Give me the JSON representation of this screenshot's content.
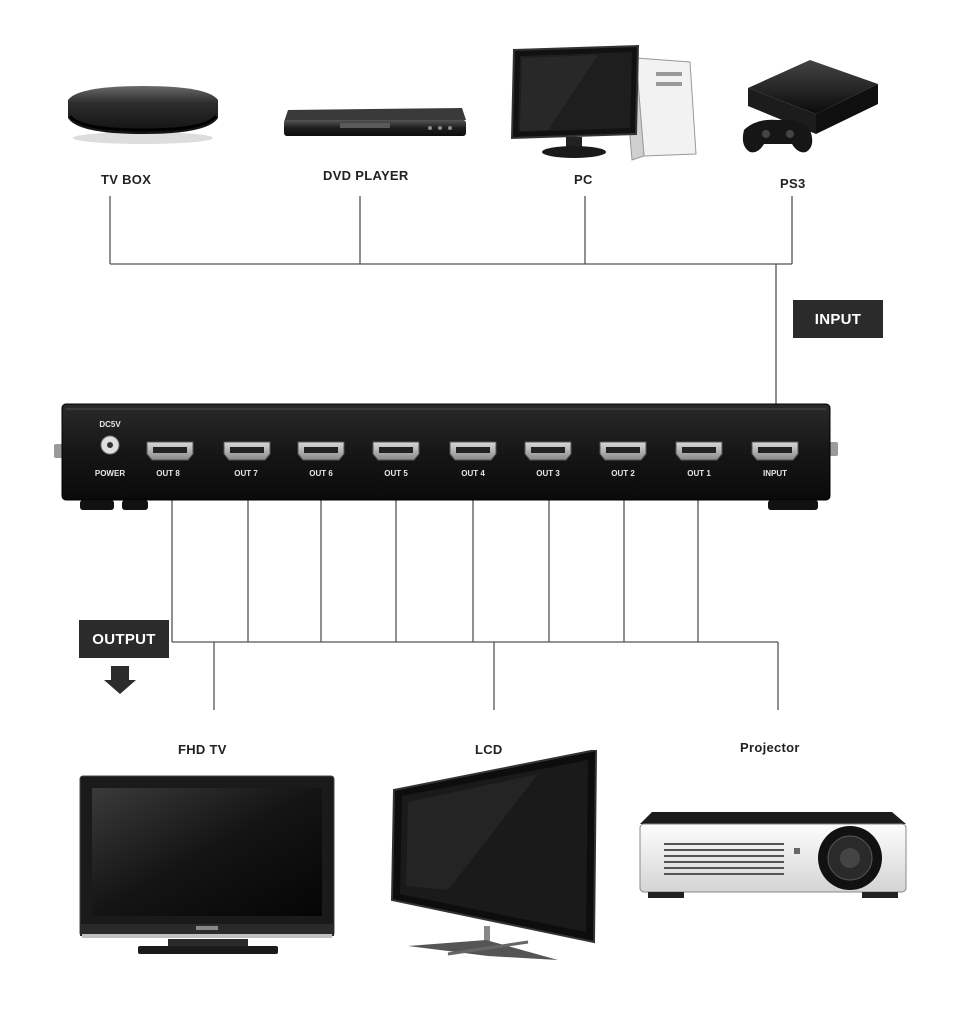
{
  "sources": [
    {
      "label": "TV BOX"
    },
    {
      "label": "DVD PLAYER"
    },
    {
      "label": "PC"
    },
    {
      "label": "PS3"
    }
  ],
  "input_tag": "INPUT",
  "output_tag": "OUTPUT",
  "device": {
    "power_top": "DC5V",
    "power_bottom": "POWER",
    "ports": [
      "OUT 8",
      "OUT 7",
      "OUT 6",
      "OUT 5",
      "OUT 4",
      "OUT 3",
      "OUT 2",
      "OUT 1",
      "INPUT"
    ]
  },
  "displays": [
    {
      "label": "FHD TV"
    },
    {
      "label": "LCD"
    },
    {
      "label": "Projector"
    }
  ],
  "colors": {
    "line": "#555555",
    "tag_bg": "#2b2b2b",
    "device_body": "#1a1a1a"
  }
}
